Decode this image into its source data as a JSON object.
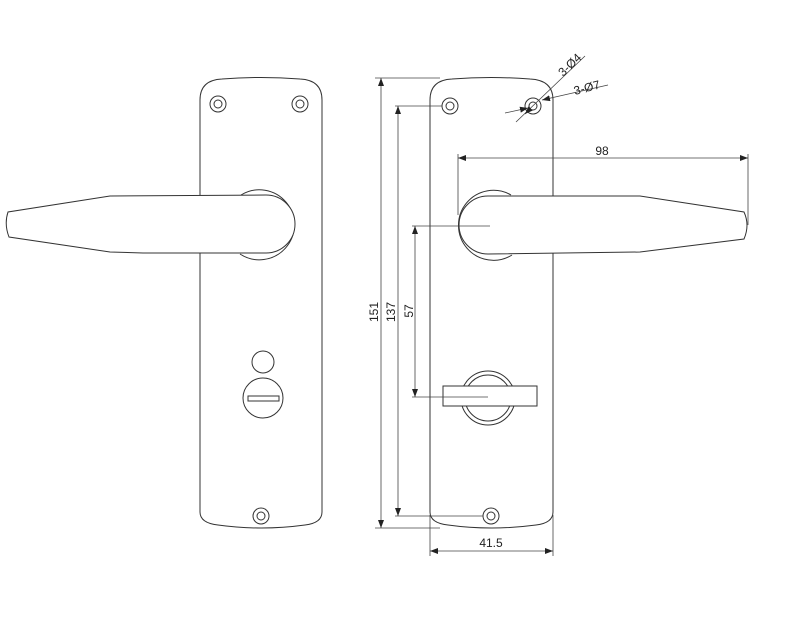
{
  "drawing": {
    "line_color": "#333333",
    "views": [
      "front-view-left",
      "front-view-right"
    ],
    "dimensions": {
      "overall_height": "151",
      "hole_spacing": "137",
      "lever_to_turn": "57",
      "lever_length": "98",
      "plate_width": "41.5",
      "small_hole": "3-Ø4",
      "large_hole": "3-Ø7"
    }
  }
}
